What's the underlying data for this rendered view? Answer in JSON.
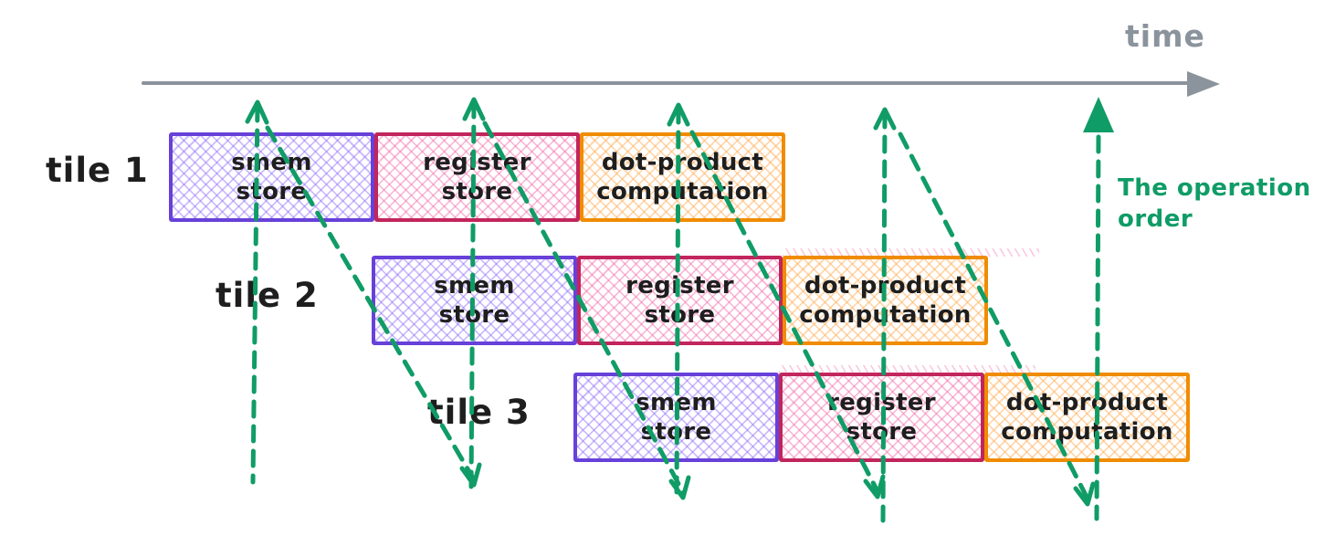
{
  "colors": {
    "green": "#109c66",
    "gray": "#8b939c",
    "violet": "#6741d9",
    "crimson": "#c2255c",
    "orange": "#f08c00",
    "ink": "#1e1e1e"
  },
  "axis": {
    "label": "time"
  },
  "order_annotation": {
    "label": "The operation order"
  },
  "tiles": [
    {
      "label": "tile 1",
      "ops": [
        {
          "label": "smem\nstore"
        },
        {
          "label": "register\nstore"
        },
        {
          "label": "dot-product\ncomputation"
        }
      ]
    },
    {
      "label": "tile 2",
      "ops": [
        {
          "label": "smem\nstore"
        },
        {
          "label": "register\nstore"
        },
        {
          "label": "dot-product\ncomputation"
        }
      ]
    },
    {
      "label": "tile 3",
      "ops": [
        {
          "label": "smem\nstore"
        },
        {
          "label": "register\nstore"
        },
        {
          "label": "dot-product\ncomputation"
        }
      ]
    }
  ]
}
